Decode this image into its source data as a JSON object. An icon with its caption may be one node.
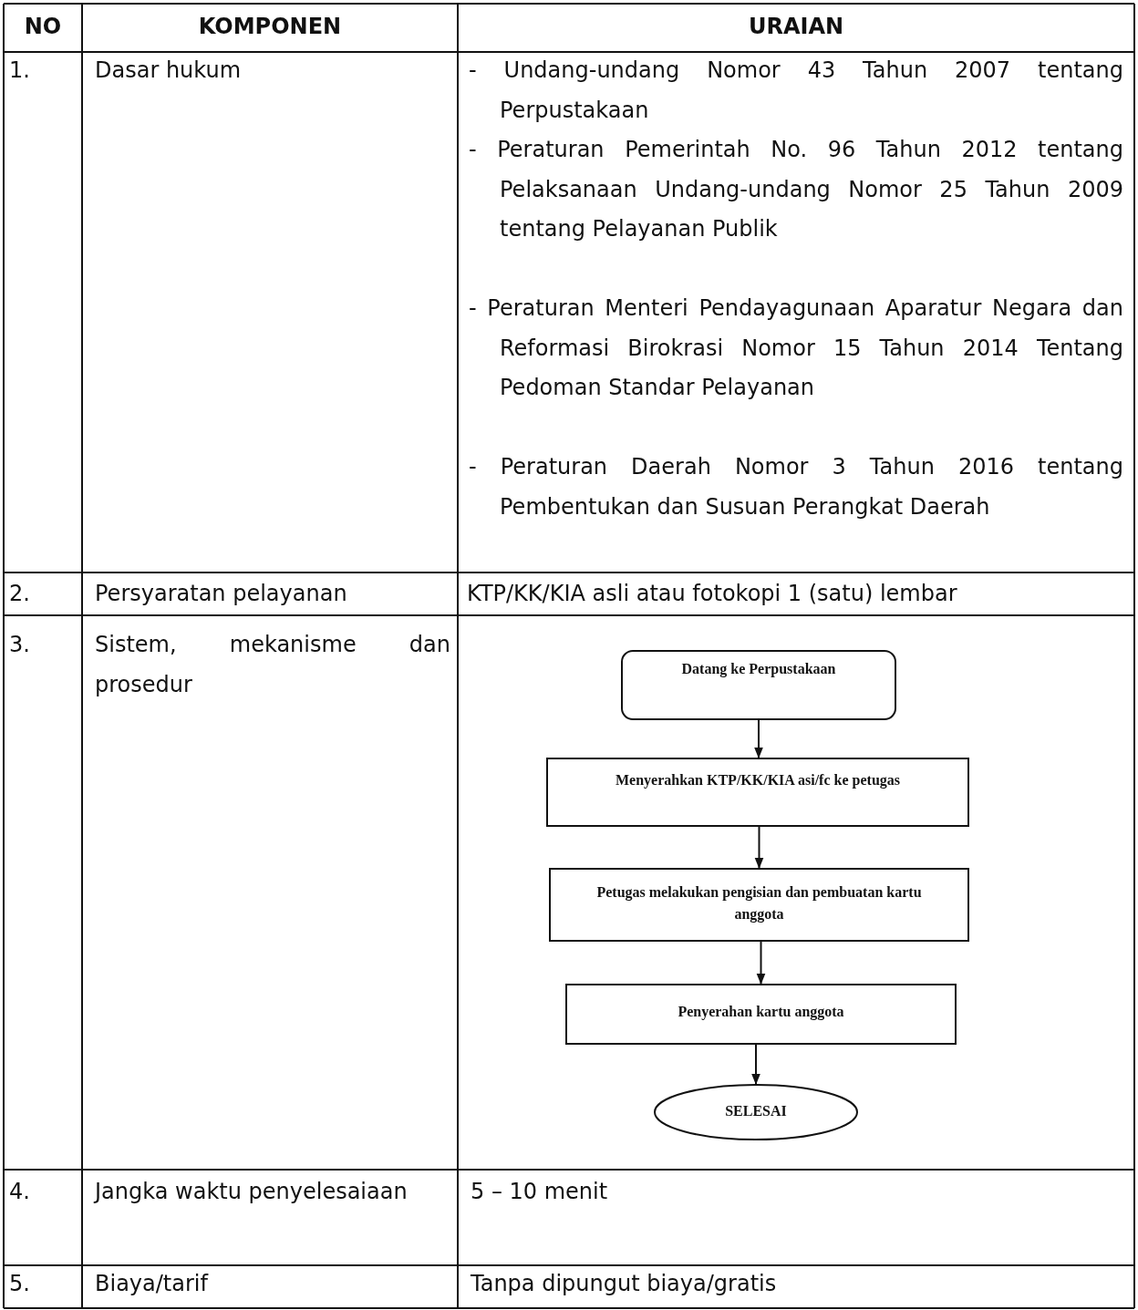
{
  "diagram": {
    "nodes": [
      {
        "text": [
          "Datang ke Perpustakaan"
        ]
      },
      {
        "text": [
          "Menyerahkan KTP/KK/KIA asi/fc ke petugas"
        ]
      },
      {
        "text": [
          "Petugas melakukan pengisian dan pembuatan kartu anggota"
        ]
      },
      {
        "text": [
          "Penyerahan kartu anggota"
        ]
      },
      {
        "text": [
          "SELESAI"
        ]
      }
    ],
    "edges": [
      {
        "from": 0,
        "to": 1,
        "arrow": "to"
      },
      {
        "from": 1,
        "to": 2,
        "arrow": "to"
      },
      {
        "from": 2,
        "to": 3,
        "arrow": "to"
      },
      {
        "from": 3,
        "to": 4,
        "arrow": "to"
      }
    ],
    "labels": [
      "NO",
      "KOMPONEN",
      "URAIAN",
      "1.",
      "Dasar hukum",
      "- Undang-undang Nomor 43 Tahun 2007 tentang Perpustakaan",
      "- Peraturan Pemerintah No. 96 Tahun 2012 tentang Pelaksanaan Undang-undang Nomor 25 Tahun 2009 tentang Pelayanan Publik",
      "- Peraturan Menteri Pendayagunaan Aparatur Negara dan Reformasi Birokrasi Nomor 15 Tahun 2014 Tentang Pedoman Standar Pelayanan",
      "- Peraturan Daerah Nomor 3 Tahun 2016 tentang Pembentukan dan Susuan Perangkat Daerah",
      "2.",
      "Persyaratan pelayanan",
      "KTP/KK/KIA asli atau fotokopi 1 (satu) lembar",
      "3.",
      "Sistem, mekanisme dan prosedur",
      "4.",
      "Jangka waktu penyelesaiaan",
      "5 – 10 menit",
      "5.",
      "Biaya/tarif",
      "Tanpa dipungut biaya/gratis"
    ]
  }
}
